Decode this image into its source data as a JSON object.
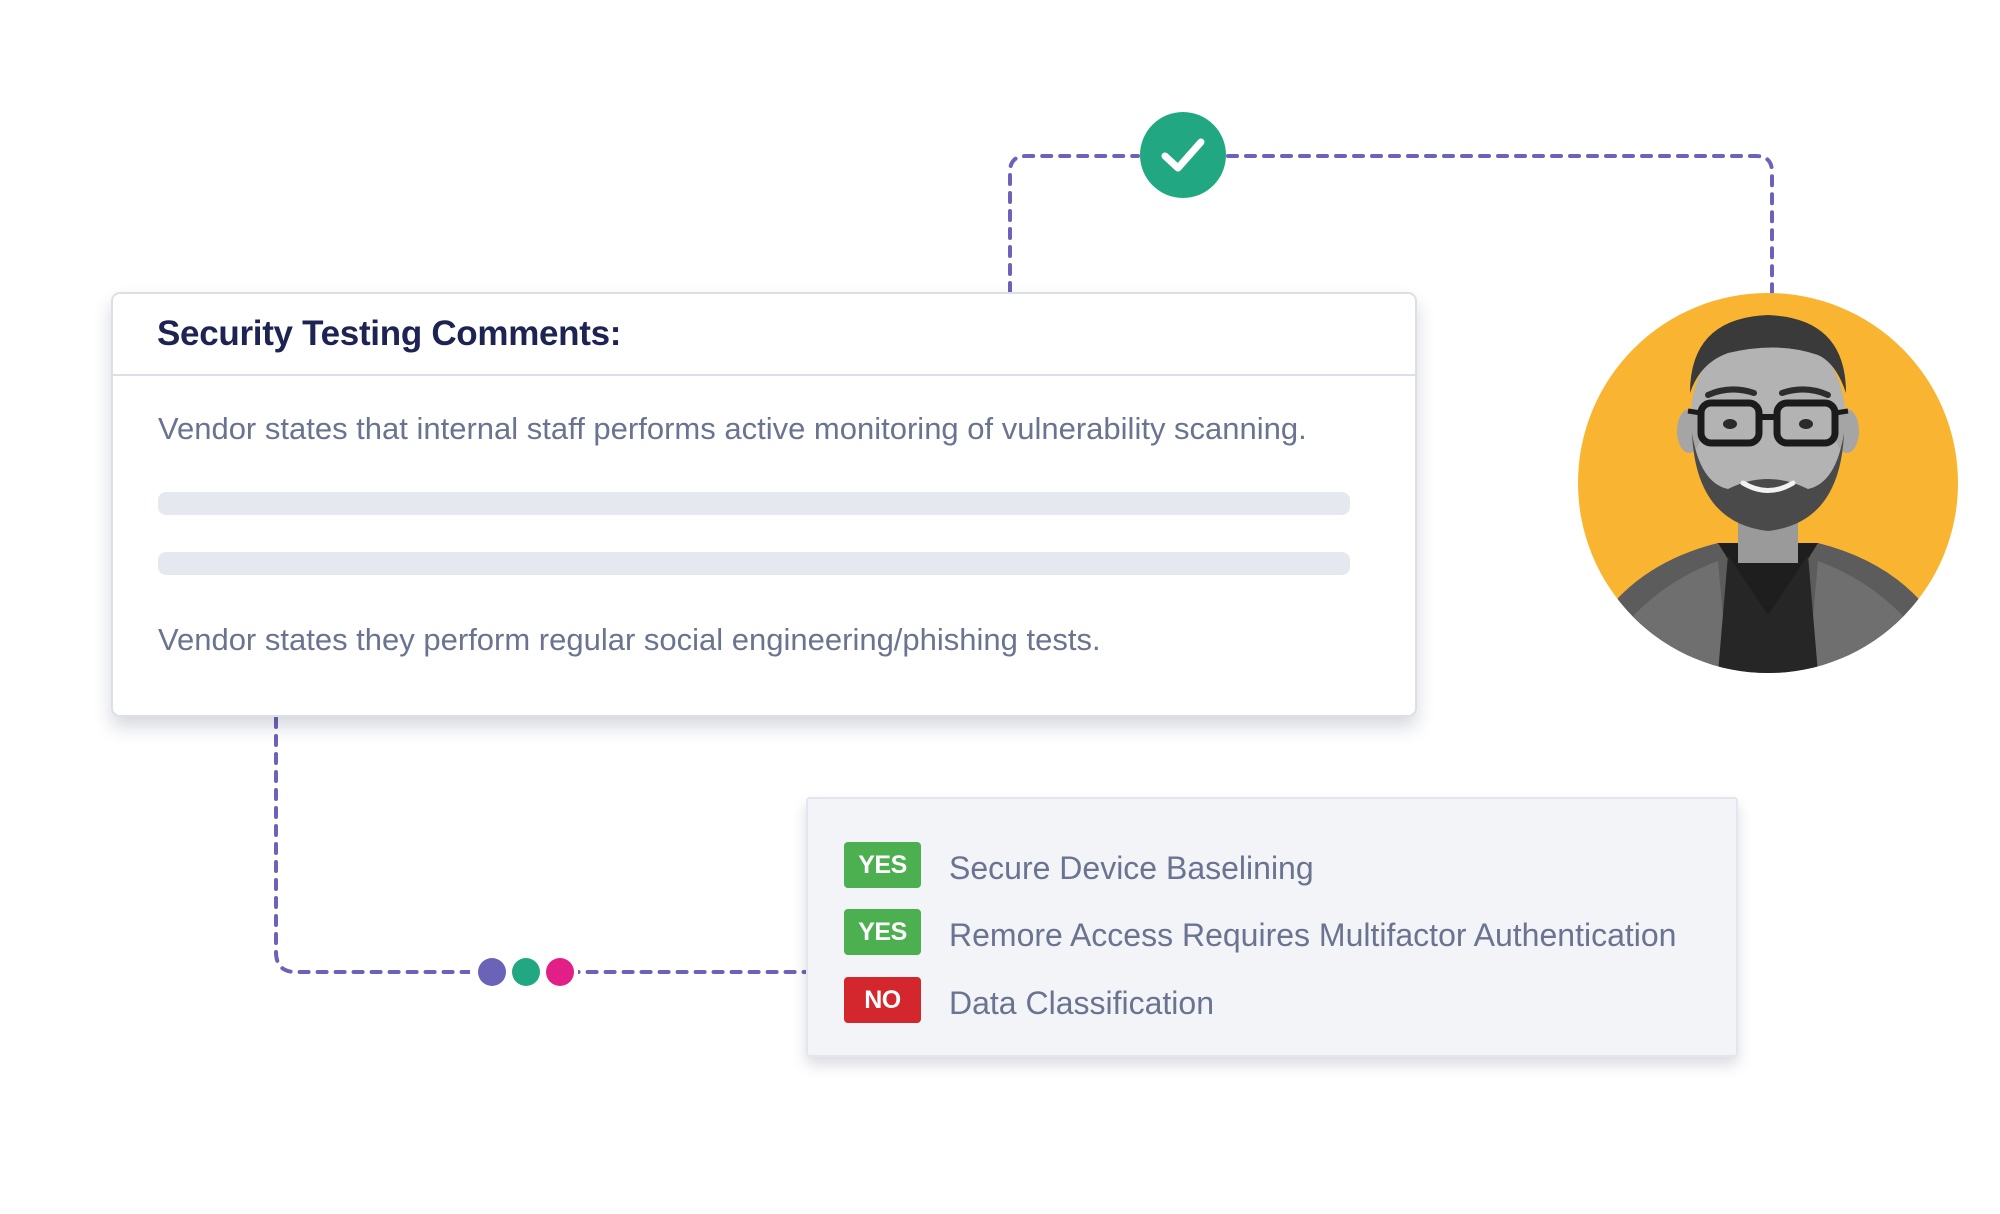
{
  "comments_card": {
    "title": "Security Testing Comments:",
    "comments": [
      "Vendor states that internal staff performs active monitoring of vulnerability scanning.",
      "Vendor states they perform regular social engineering/phishing tests."
    ]
  },
  "checklist": {
    "items": [
      {
        "status": "YES",
        "status_color": "#4caf50",
        "label": "Secure Device Baselining"
      },
      {
        "status": "YES",
        "status_color": "#4caf50",
        "label": "Remore Access Requires Multifactor Authentication"
      },
      {
        "status": "NO",
        "status_color": "#d3262d",
        "label": "Data Classification"
      }
    ]
  },
  "approval_badge": {
    "icon": "check-icon",
    "color": "#21a883"
  },
  "connector_dots": {
    "colors": [
      "#6a63b8",
      "#21a883",
      "#e21f86"
    ]
  },
  "colors": {
    "connector": "#6a63b8",
    "avatar_background": "#f9b531",
    "title": "#1d2352",
    "body_text": "#6a7390"
  }
}
